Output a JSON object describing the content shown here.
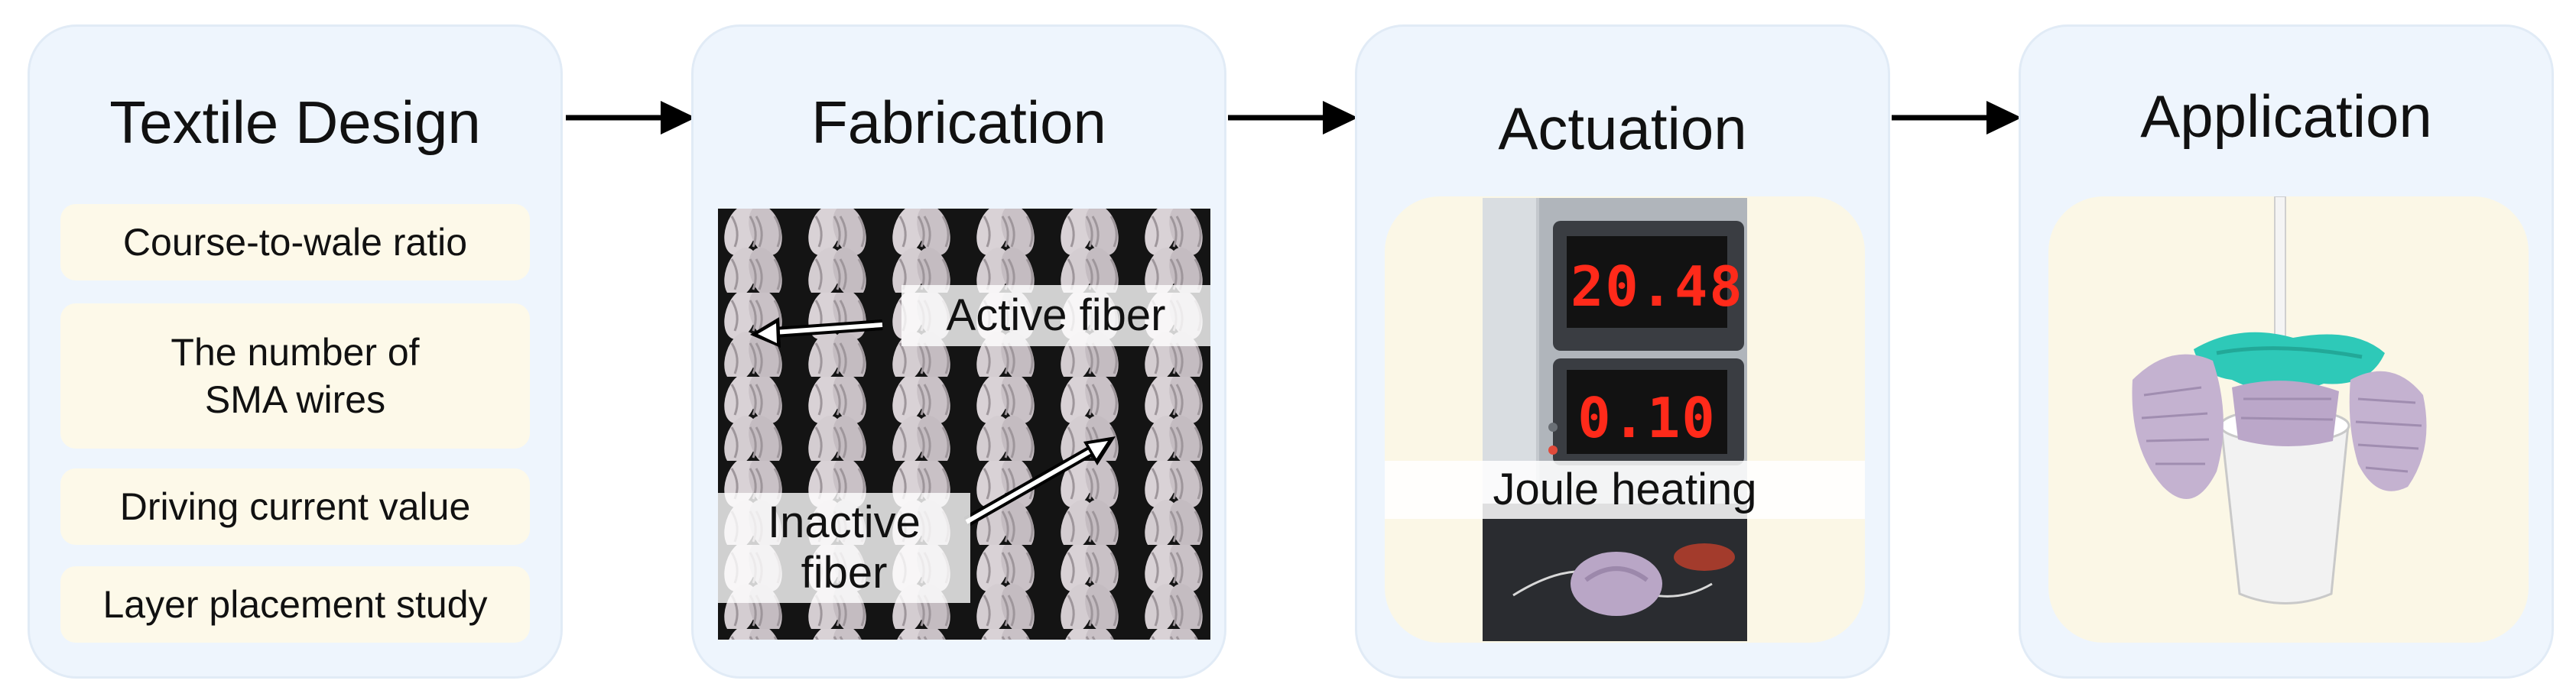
{
  "stages": [
    {
      "title": "Textile Design"
    },
    {
      "title": "Fabrication"
    },
    {
      "title": "Actuation"
    },
    {
      "title": "Application"
    }
  ],
  "design_parameters": [
    {
      "lines": [
        "Course-to-wale ratio"
      ]
    },
    {
      "lines": [
        "The number of",
        "SMA wires"
      ]
    },
    {
      "lines": [
        "Driving current value"
      ]
    },
    {
      "lines": [
        "Layer placement study"
      ]
    }
  ],
  "fabrication_labels": {
    "active": "Active fiber",
    "inactive_line1": "Inactive",
    "inactive_line2": "fiber"
  },
  "actuation": {
    "label": "Joule heating",
    "display_top": "20.48",
    "display_bottom": "0.10"
  },
  "colors": {
    "panel_bg": "#eef5fd",
    "param_bg": "#fdf9e9",
    "cream_bg": "#fbf7e6",
    "led_red": "#ff2a1a",
    "fabric_thread": "#d9d2d6",
    "knit_purple": "#b9a6c6",
    "teal": "#2ec9b8"
  }
}
